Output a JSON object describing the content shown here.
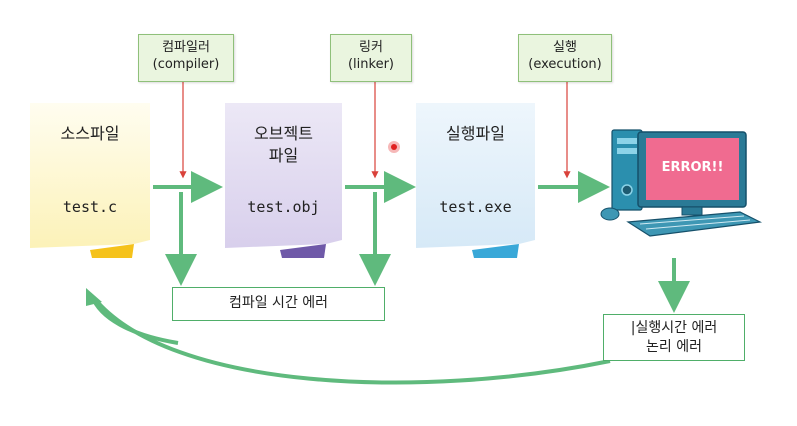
{
  "stages": {
    "source": {
      "title": "소스파일",
      "file": "test.c"
    },
    "object": {
      "title_line1": "오브젝트",
      "title_line2": "파일",
      "file": "test.obj"
    },
    "exec": {
      "title": "실행파일",
      "file": "test.exe"
    }
  },
  "tools": {
    "compiler": {
      "ko": "컴파일러",
      "en": "(compiler)"
    },
    "linker": {
      "ko": "링커",
      "en": "(linker)"
    },
    "execution": {
      "ko": "실행",
      "en": "(execution)"
    }
  },
  "errors": {
    "compile": "컴파일 시간 에러",
    "runtime_line1": "|실행시간 에러",
    "runtime_line2": "논리 에러"
  },
  "computer": {
    "screen_text": "ERROR!!"
  },
  "colors": {
    "flow_arrow": "#5fba7d",
    "tool_arrow": "#d9413a",
    "tag_fill": "#eaf5df",
    "source_note": "#fdf6c4",
    "object_note": "#ddd5ee",
    "exec_note": "#dcedf8"
  }
}
